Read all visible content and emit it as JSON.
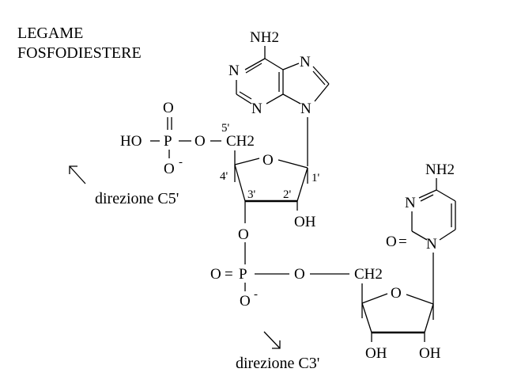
{
  "title": {
    "line1": "LEGAME",
    "line2": "FOSFODIESTERE"
  },
  "directions": {
    "c5": "direzione  C5'",
    "c3": "direzione  C3'"
  },
  "adenine": {
    "nh2": "NH",
    "nh2_sub": "2",
    "n1": "N",
    "n3": "N",
    "n7": "N",
    "n9": "N"
  },
  "phosphate_top": {
    "o_double": "O",
    "ho": "HO",
    "p": "P",
    "o_ester": "O",
    "o_minus": "O",
    "minus": "-",
    "dash_left": "–",
    "dash_right": "–"
  },
  "sugar_top": {
    "ch2": "CH",
    "ch2_sub": "2",
    "ring_o": "O",
    "c1": "1'",
    "c2": "2'",
    "c3": "3'",
    "c4": "4'",
    "c5": "5'",
    "oh": "OH",
    "o3": "O"
  },
  "phosphate_bottom": {
    "o_double": "O",
    "equals": "=",
    "p": "P",
    "o_ester": "O",
    "o_minus": "O",
    "minus": "-"
  },
  "cytosine": {
    "nh2": "NH",
    "nh2_sub": "2",
    "n3": "N",
    "n1": "N",
    "o2": "O",
    "eq": "="
  },
  "sugar_bottom": {
    "ch2": "CH",
    "ch2_sub": "2",
    "ring_o": "O",
    "oh2": "OH",
    "oh3": "OH"
  }
}
